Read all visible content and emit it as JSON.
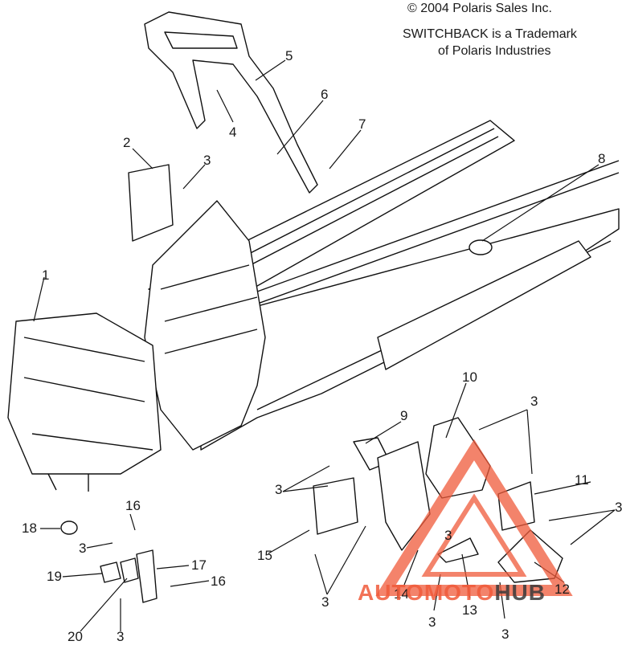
{
  "notice": {
    "line1": "© 2004 Polaris Sales Inc.",
    "line2": "SWITCHBACK is a Trademark",
    "line3": "of Polaris Industries"
  },
  "callouts": [
    "1",
    "2",
    "3",
    "4",
    "5",
    "6",
    "7",
    "8",
    "9",
    "10",
    "11",
    "12",
    "13",
    "14",
    "15",
    "16",
    "17",
    "18",
    "19",
    "20"
  ],
  "watermark": {
    "brand": "AUTOMOTOHUB",
    "accent_color": "#f05a3a",
    "dark_color": "#3a3a3a"
  }
}
